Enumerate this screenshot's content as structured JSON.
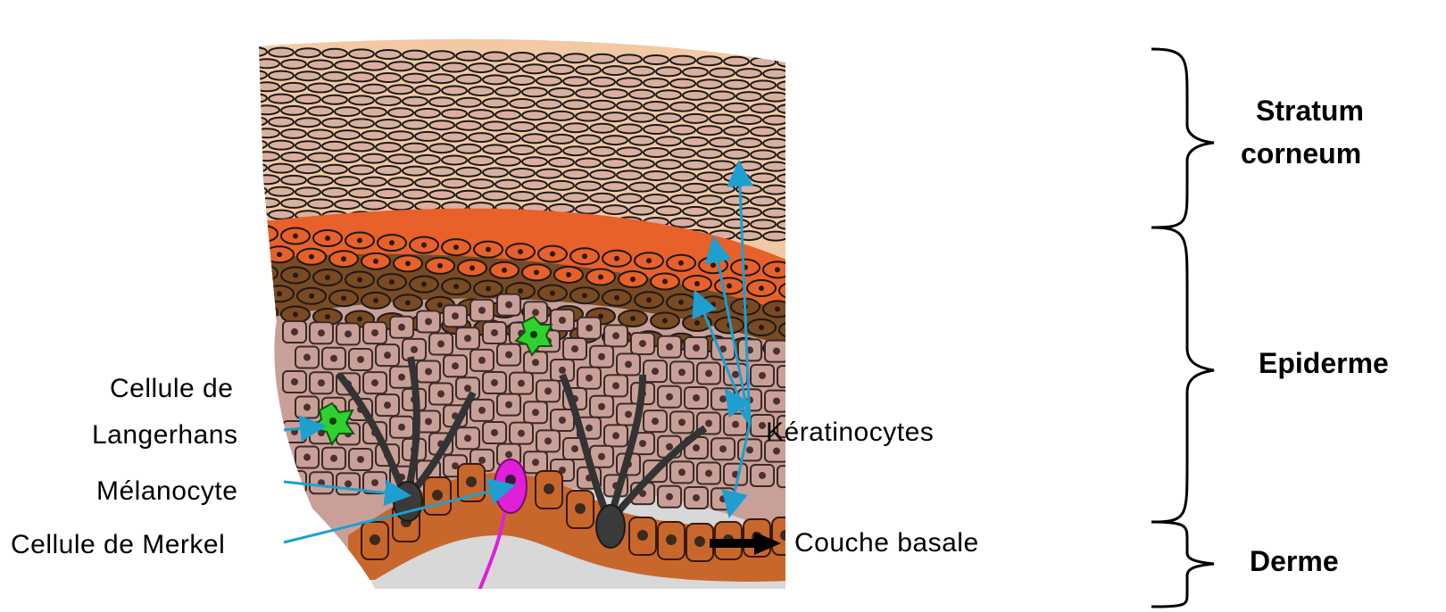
{
  "labels": {
    "langerhans_line1": "Cellule de",
    "langerhans_line2": "Langerhans",
    "melanocyte": "Mélanocyte",
    "merkel": "Cellule de Merkel",
    "keratinocytes": "Kératinocytes",
    "couche_basale": "Couche basale"
  },
  "regions": {
    "stratum_line1": "Stratum",
    "stratum_line2": "corneum",
    "epiderme": "Epiderme",
    "derme": "Derme"
  },
  "colors": {
    "arrow": "#1e9fd0",
    "corneum_base": "#f2c9a4",
    "corneum_cells": "#d9b0a0",
    "granulosum": "#e8602a",
    "spinosum_dark": "#7a4a22",
    "spinosum_cells": "#c9a097",
    "basal_cells": "#c8672c",
    "melanocyte": "#3a3a3a",
    "langerhans": "#2fd12f",
    "merkel": "#e01fd8",
    "dermis": "#d8d8d8"
  }
}
